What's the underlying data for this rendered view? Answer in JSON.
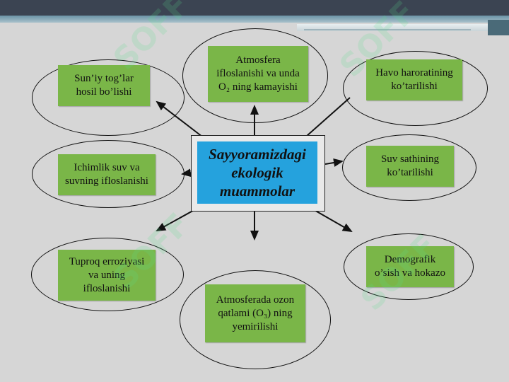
{
  "center": {
    "label": "Sayyoramizdagi\nekologik\nmuammolar"
  },
  "nodes": {
    "top_left": "Sun’iy tog’lar\nhosil bo’lishi",
    "top": "Atmosfera\nifloslanishi va unda\nO₂ ning kamayishi",
    "top_right": "Havo haroratining\nko’tarilishi",
    "left": "Ichimlik suv va\nsuvning ifloslanishi",
    "right": "Suv sathining\nko’tarilishi",
    "bottom_left": "Tuproq erroziyasi\nva uning\nifloslanishi",
    "bottom": "Atmosferada ozon\nqatlami (O₃) ning\nyemirilishi",
    "bottom_right": "Demografik\no’sish va hokazo"
  },
  "colors": {
    "center_fill": "#25a2dd",
    "node_fill": "#7ab648",
    "background": "#d6d6d6"
  },
  "watermark": "SOFF"
}
